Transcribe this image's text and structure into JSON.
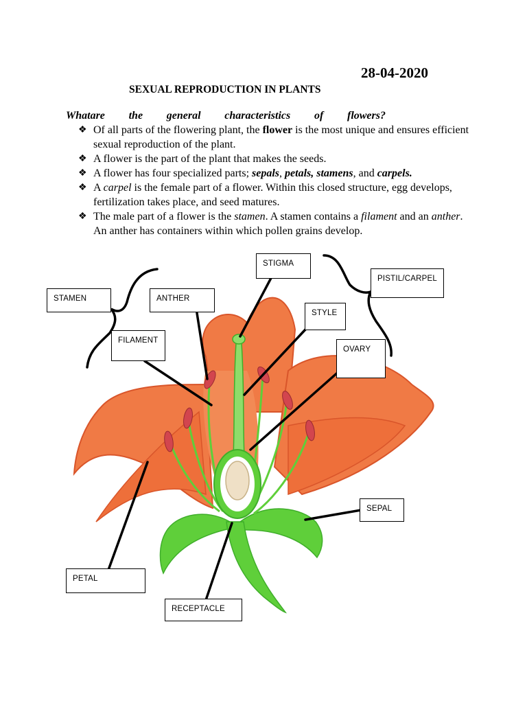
{
  "header": {
    "date": "28-04-2020",
    "title": "SEXUAL REPRODUCTION IN PLANTS"
  },
  "question": {
    "words": [
      "Whatare",
      "the",
      "general",
      "characteristics",
      "of",
      "flowers?"
    ]
  },
  "bullets": [
    {
      "parts": [
        {
          "t": "Of all parts of the flowering plant, the ",
          "s": ""
        },
        {
          "t": "flower",
          "s": "b"
        },
        {
          "t": " is the most unique and ensures efficient sexual reproduction of the plant.",
          "s": ""
        }
      ]
    },
    {
      "parts": [
        {
          "t": " A flower is the part of the plant that makes the seeds.",
          "s": ""
        }
      ]
    },
    {
      "parts": [
        {
          "t": "A flower has four specialized parts; ",
          "s": ""
        },
        {
          "t": "sepals",
          "s": "bi"
        },
        {
          "t": ", ",
          "s": ""
        },
        {
          "t": "petals, stamens",
          "s": "bi"
        },
        {
          "t": ", and ",
          "s": ""
        },
        {
          "t": "carpels.",
          "s": "bi"
        }
      ]
    },
    {
      "parts": [
        {
          "t": "A ",
          "s": ""
        },
        {
          "t": "carpel",
          "s": "i"
        },
        {
          "t": " is the female part of a flower. Within this closed structure, egg develops, fertilization takes place, and seed matures.",
          "s": ""
        }
      ]
    },
    {
      "parts": [
        {
          "t": "The male part of a flower is the ",
          "s": ""
        },
        {
          "t": "stamen",
          "s": "i"
        },
        {
          "t": ". A stamen contains a ",
          "s": ""
        },
        {
          "t": "filament",
          "s": "i"
        },
        {
          "t": " and an ",
          "s": ""
        },
        {
          "t": "anther",
          "s": "i"
        },
        {
          "t": ". An anther has containers within which pollen grains develop.",
          "s": ""
        }
      ]
    }
  ],
  "bullet_icon": "diamond-flower-bullet-icon",
  "labels": {
    "stigma": "STIGMA",
    "pistil": "PISTIL/CARPEL",
    "stamen": "STAMEN",
    "anther": "ANTHER",
    "style": "STYLE",
    "filament": "FILAMENT",
    "ovary": "OVARY",
    "sepal": "SEPAL",
    "petal": "PETAL",
    "receptacle": "RECEPTACLE"
  },
  "colors": {
    "petal": "#f07a45",
    "petal_dark": "#d9552a",
    "sepal": "#5fcf3a",
    "sepal_dark": "#3fae2a",
    "anther": "#d2454e",
    "pistil": "#8fdc6a"
  }
}
